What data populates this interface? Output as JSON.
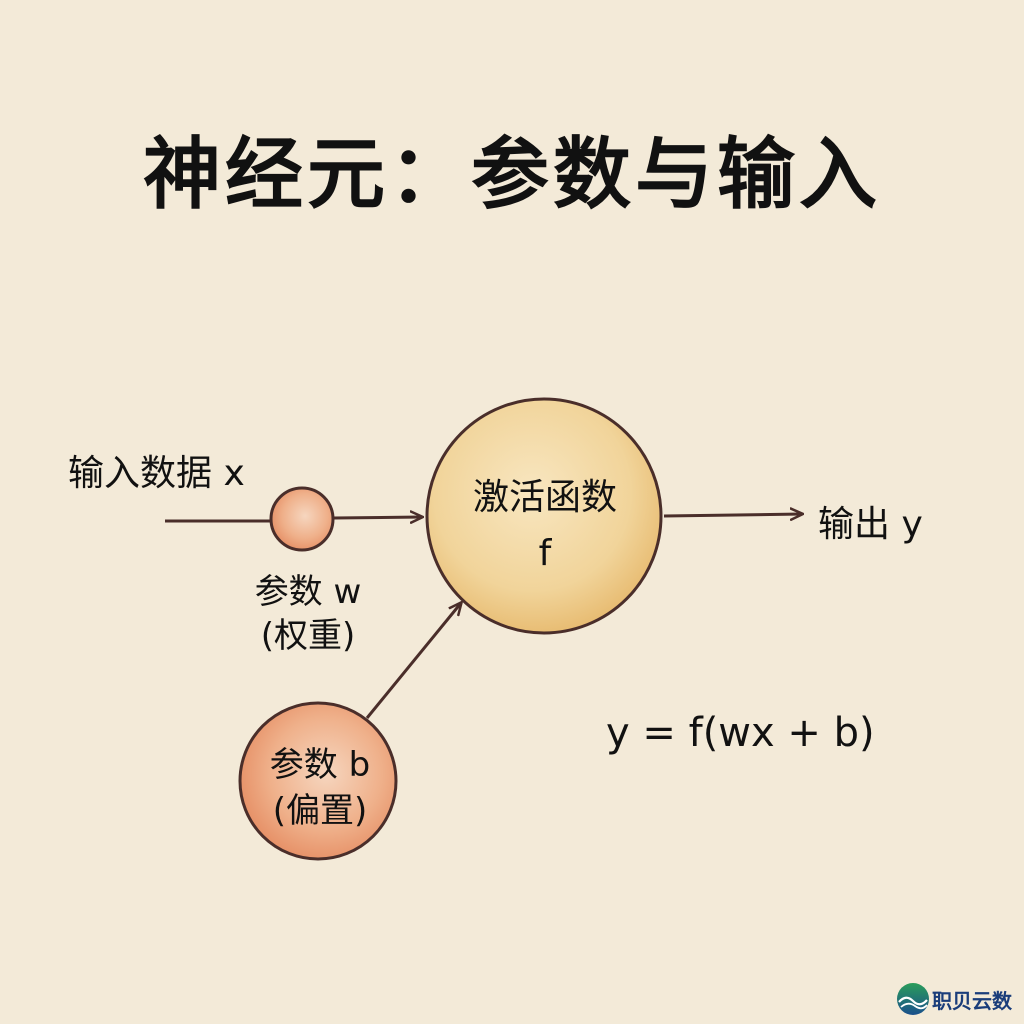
{
  "title": "神经元：参数与输入",
  "input": {
    "label": "输入数据 x"
  },
  "weight": {
    "line1": "参数 w",
    "line2": "(权重)"
  },
  "activation": {
    "line1": "激活函数",
    "line2": "f"
  },
  "output": {
    "label": "输出 y"
  },
  "bias": {
    "line1": "参数 b",
    "line2": "(偏置)"
  },
  "formula": "y = f(wx + b)",
  "logo": {
    "text": "职贝云数"
  },
  "colors": {
    "background": "#f3ead8",
    "activation_fill": "#f0cf8e",
    "param_fill": "#ec9a72",
    "stroke": "#4a2e2a"
  }
}
